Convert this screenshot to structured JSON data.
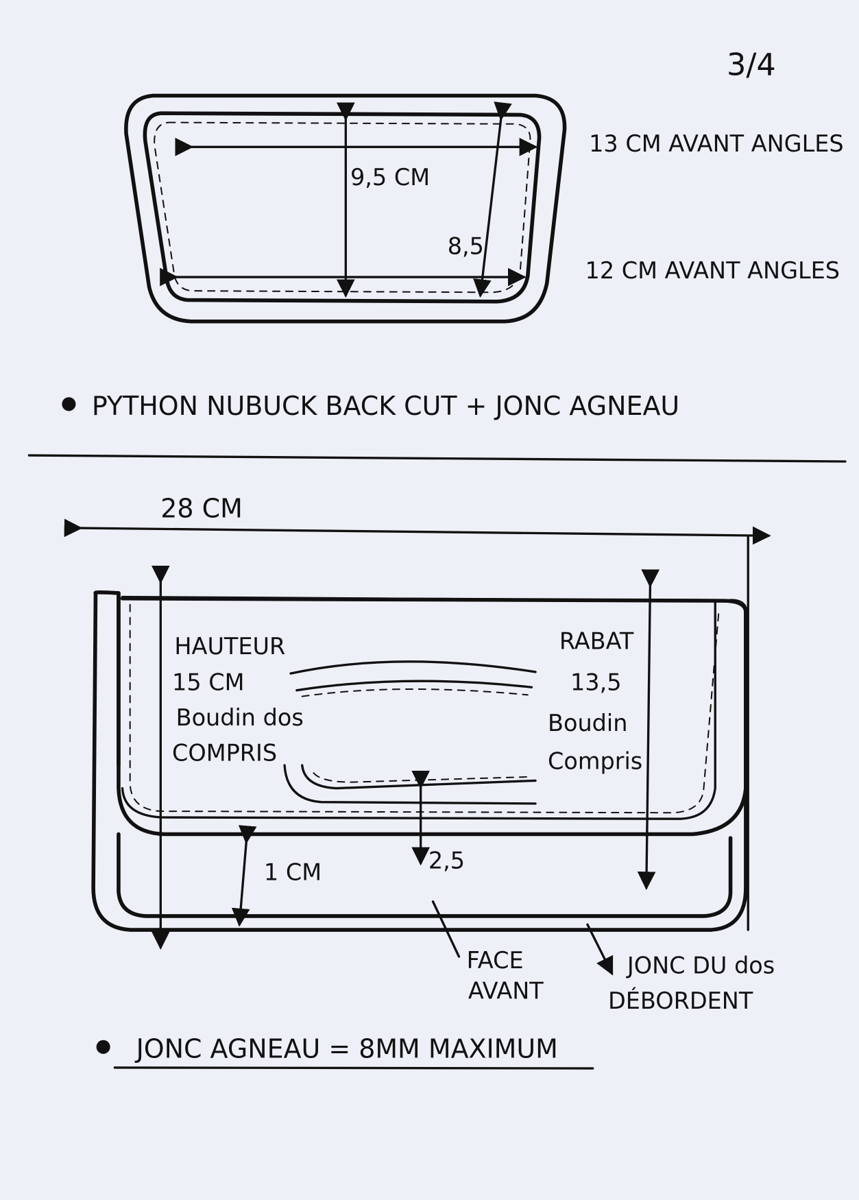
{
  "page_number": "3/4",
  "top_view": {
    "width_top_label": "13 CM AVANT ANGLES",
    "width_bottom_label": "12 CM AVANT ANGLES",
    "depth_center_label": "9,5 CM",
    "depth_side_label": "8,5"
  },
  "material_note": "PYTHON NUBUCK BACK CUT + JONC AGNEAU",
  "front_view": {
    "total_width_label": "28 CM",
    "height_label_lines": [
      "HAUTEUR",
      "15 CM",
      "Boudin dos",
      "COMPRIS"
    ],
    "flap_label_lines": [
      "RABAT",
      "13,5",
      "Boudin",
      "Compris"
    ],
    "gap_label": "1 CM",
    "handle_gap_label": "2,5",
    "front_face_label_lines": [
      "FACE",
      "AVANT"
    ],
    "back_piping_label_lines": [
      "JONC DU dos",
      "DÉBORDENT"
    ]
  },
  "footer_note": "JONC AGNEAU = 8MM MAXIMUM",
  "colors": {
    "paper": "#eef0f8",
    "ink": "#111111"
  }
}
